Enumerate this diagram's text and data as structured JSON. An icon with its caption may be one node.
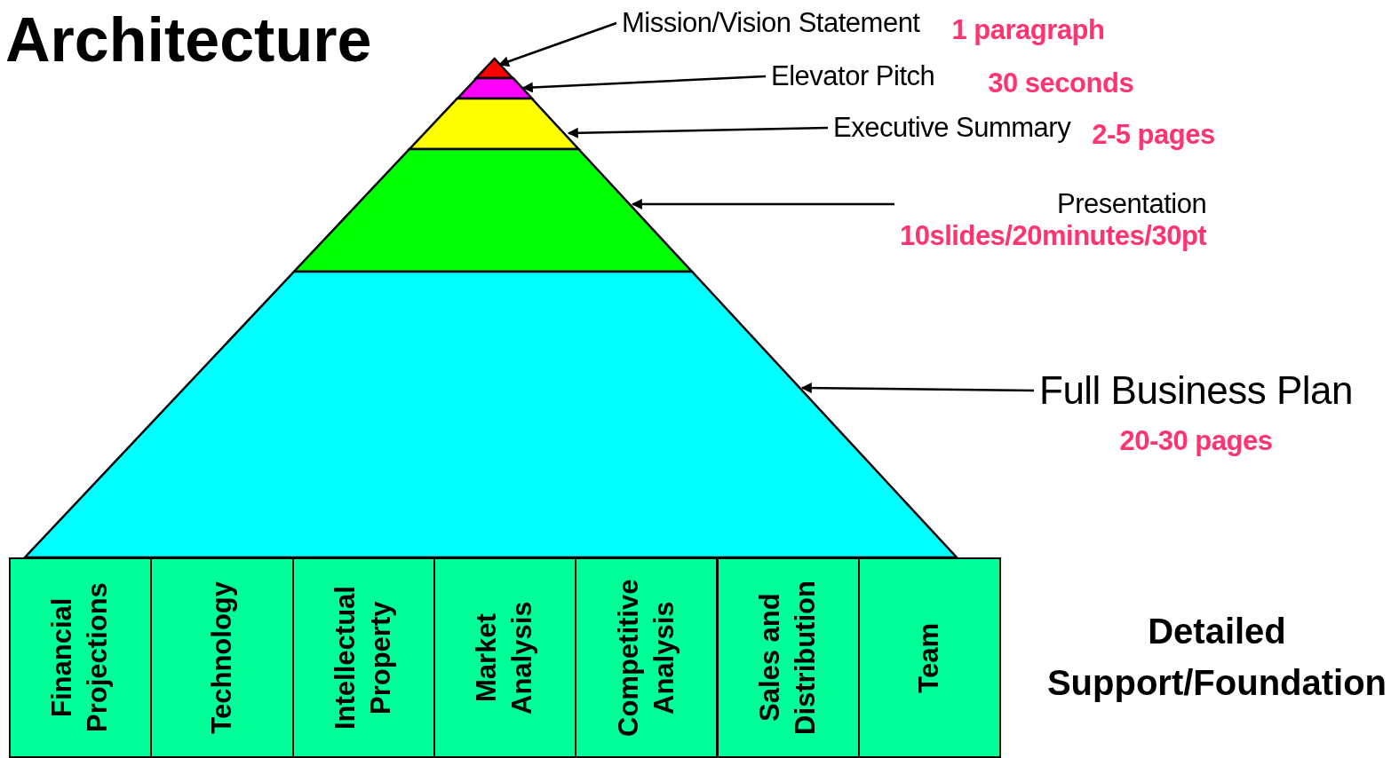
{
  "diagram": {
    "title": "Architecture",
    "nodes": [
      {
        "text": [],
        "shape": "triangle"
      },
      {
        "text": [],
        "shape": "trapezoid"
      },
      {
        "text": [],
        "shape": "trapezoid"
      },
      {
        "text": [],
        "shape": "trapezoid"
      },
      {
        "text": [],
        "shape": "trapezoid"
      },
      {
        "text": [
          "Mission/Vision Statement"
        ],
        "beside": [
          "1 paragraph"
        ]
      },
      {
        "text": [
          "Elevator Pitch"
        ],
        "beside": [
          "30 seconds"
        ]
      },
      {
        "text": [
          "Executive Summary"
        ],
        "beside": [
          "2-5 pages"
        ]
      },
      {
        "text": [
          "Presentation"
        ],
        "beside": [
          "10slides/20minutes/30pt"
        ]
      },
      {
        "text": [
          "Full Business Plan"
        ],
        "beside": [
          "20-30 pages"
        ]
      },
      {
        "text": [
          "Financial Projections"
        ]
      },
      {
        "text": [
          "Technology"
        ]
      },
      {
        "text": [
          "Intellectual Property"
        ]
      },
      {
        "text": [
          "Market Analysis"
        ]
      },
      {
        "text": [
          "Competitive Analysis"
        ]
      },
      {
        "text": [
          "Sales and Distribution"
        ]
      },
      {
        "text": [
          "Team"
        ]
      }
    ],
    "edges": [
      {
        "from": 5,
        "to": 0,
        "arrow": "to"
      },
      {
        "from": 6,
        "to": 1,
        "arrow": "to"
      },
      {
        "from": 7,
        "to": 2,
        "arrow": "to"
      },
      {
        "from": 8,
        "to": 3,
        "arrow": "to"
      },
      {
        "from": 9,
        "to": 4,
        "arrow": "to"
      }
    ],
    "labels": [
      "Detailed Support/Foundation"
    ]
  }
}
